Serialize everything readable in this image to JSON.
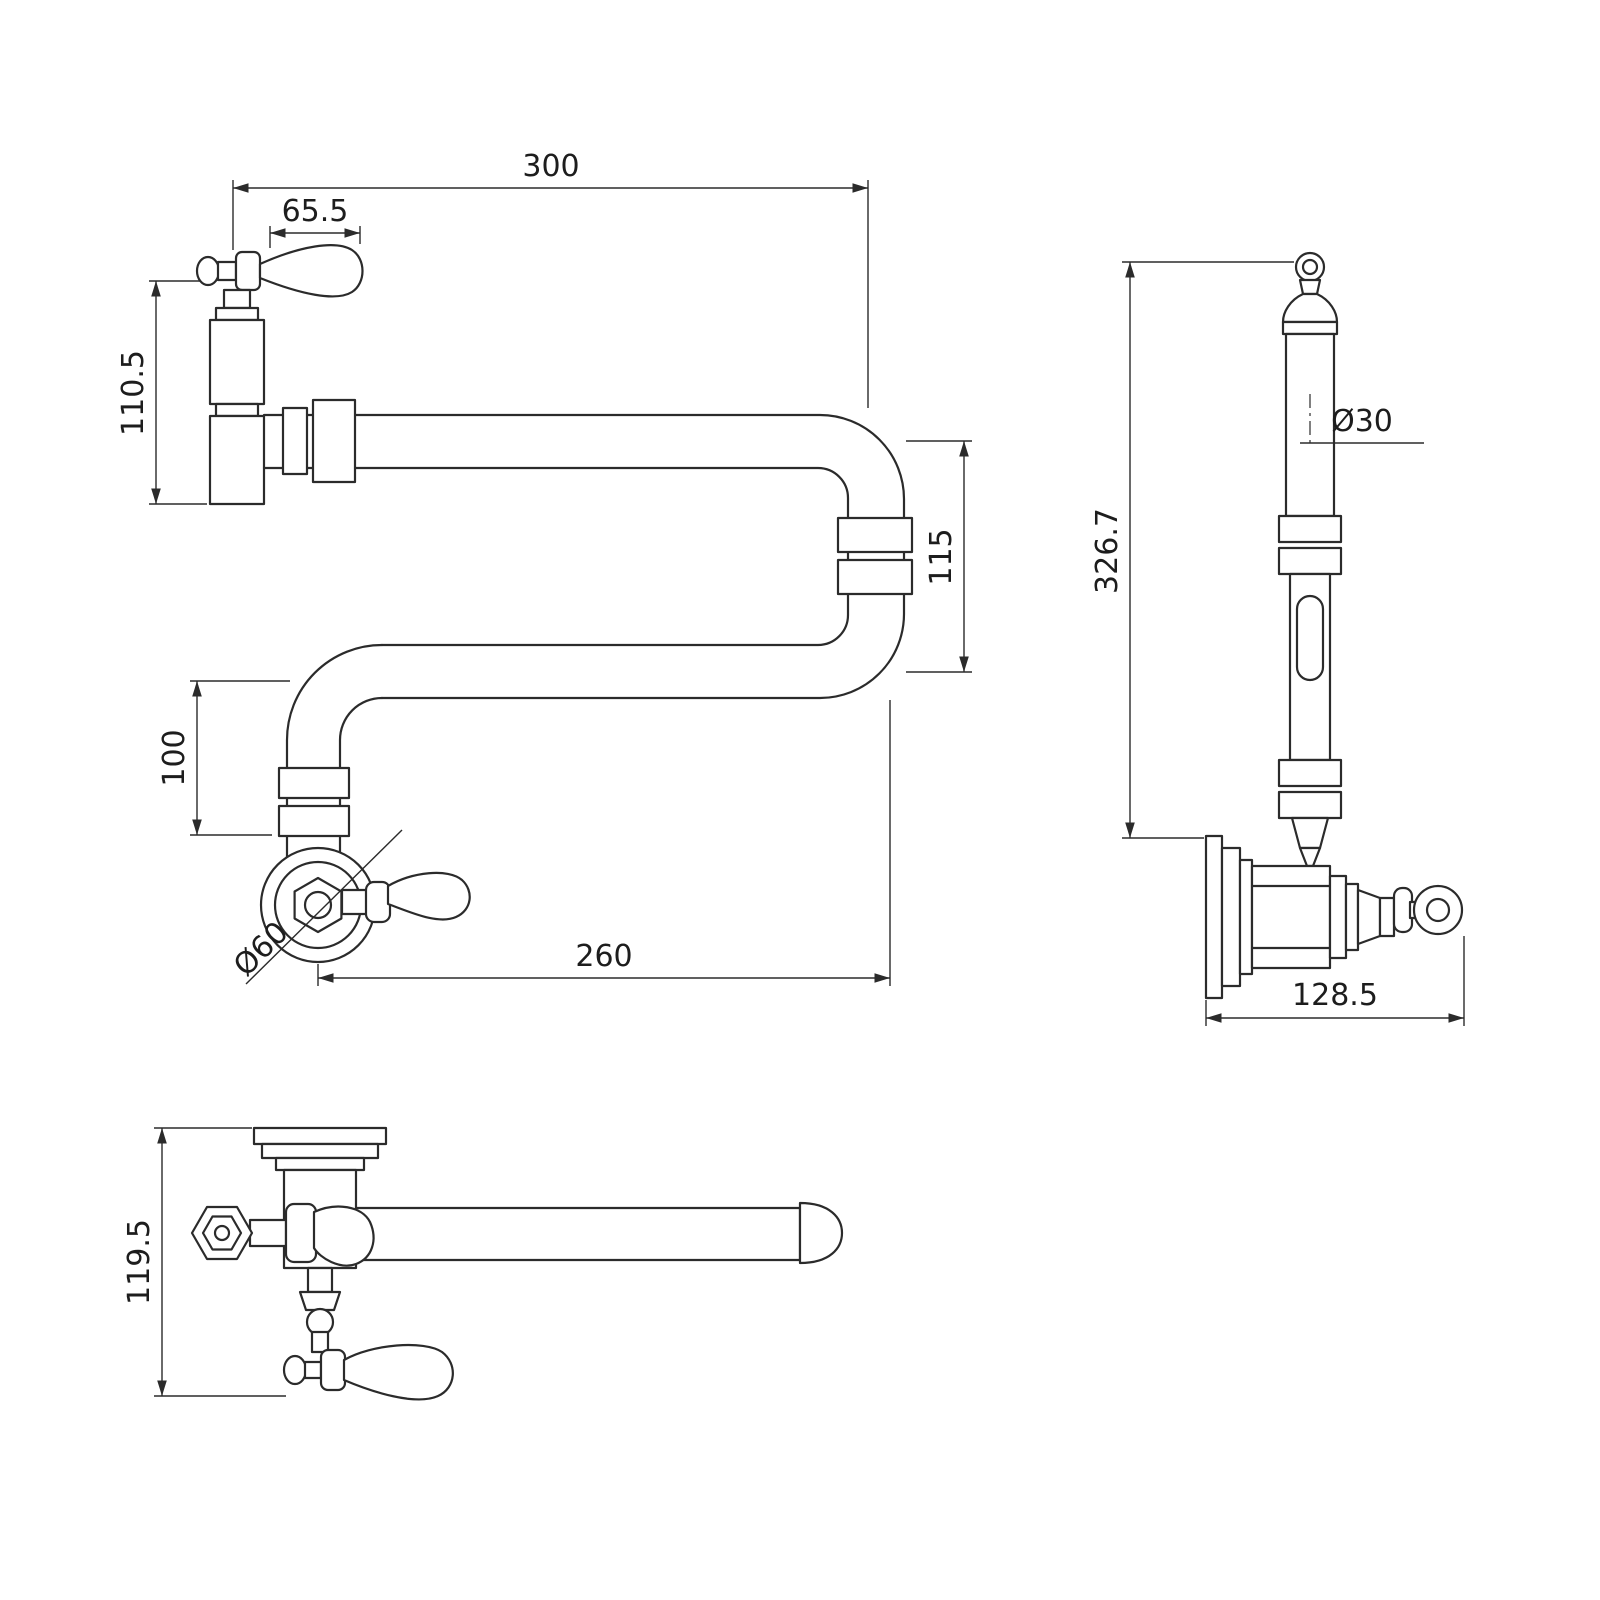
{
  "drawing": {
    "front_view": {
      "overall_width": "300",
      "handle_length": "65.5",
      "handle_height": "110.5",
      "arm_spacing": "115",
      "elbow_drop": "100",
      "base_diameter": "Ø60",
      "spout_reach": "260"
    },
    "side_view": {
      "pipe_diameter": "Ø30",
      "overall_height": "326.7",
      "wall_projection": "128.5"
    },
    "plan_view": {
      "body_depth": "119.5"
    }
  }
}
